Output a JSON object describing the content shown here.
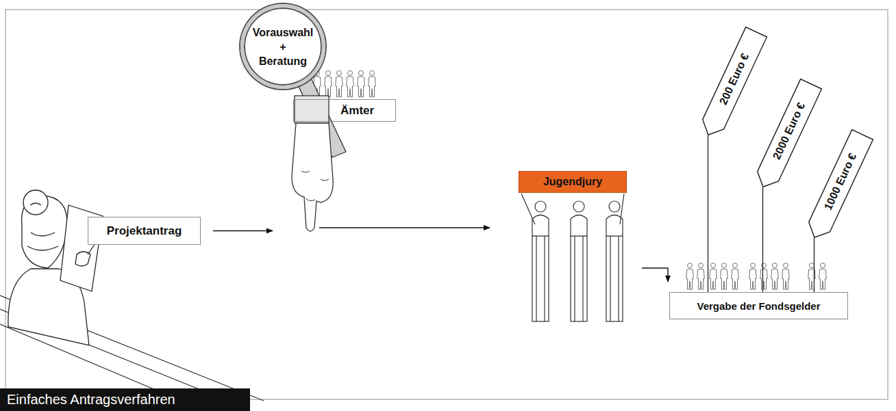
{
  "diagram": {
    "caption": "Einfaches Antragsverfahren",
    "nodes": [
      {
        "text": [
          "Projektantrag"
        ]
      },
      {
        "text": [
          "Vorauswahl + Beratung"
        ]
      },
      {
        "text": [
          "Ämter"
        ]
      },
      {
        "text": [
          "Jugendjury"
        ]
      },
      {
        "text": [
          "200 Euro €"
        ]
      },
      {
        "text": [
          "2000 Euro €"
        ]
      },
      {
        "text": [
          "1000 Euro €"
        ]
      },
      {
        "text": [
          "Vergabe der Fondsgelder"
        ]
      }
    ],
    "edges": [
      {
        "from": 0,
        "to": 1,
        "arrow": "to"
      },
      {
        "from": 1,
        "to": 3,
        "arrow": "to"
      },
      {
        "from": 3,
        "to": 7,
        "arrow": "to"
      },
      {
        "from": 4,
        "to": 7,
        "arrow": "none"
      },
      {
        "from": 5,
        "to": 7,
        "arrow": "none"
      },
      {
        "from": 6,
        "to": 7,
        "arrow": "none"
      }
    ]
  }
}
